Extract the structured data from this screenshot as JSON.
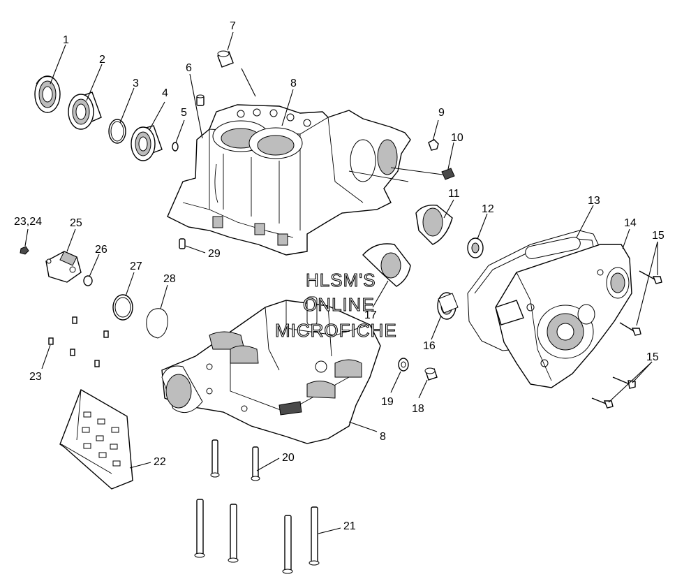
{
  "diagram": {
    "callouts": [
      "1",
      "2",
      "3",
      "4",
      "5",
      "6",
      "7",
      "8",
      "9",
      "10",
      "11",
      "12",
      "13",
      "14",
      "15",
      "16",
      "17",
      "18",
      "19",
      "20",
      "21",
      "22",
      "23",
      "23,24",
      "25",
      "26",
      "27",
      "28",
      "29"
    ],
    "watermark": [
      "HLSM'S",
      "ONLINE",
      "MICROFICHE"
    ]
  }
}
